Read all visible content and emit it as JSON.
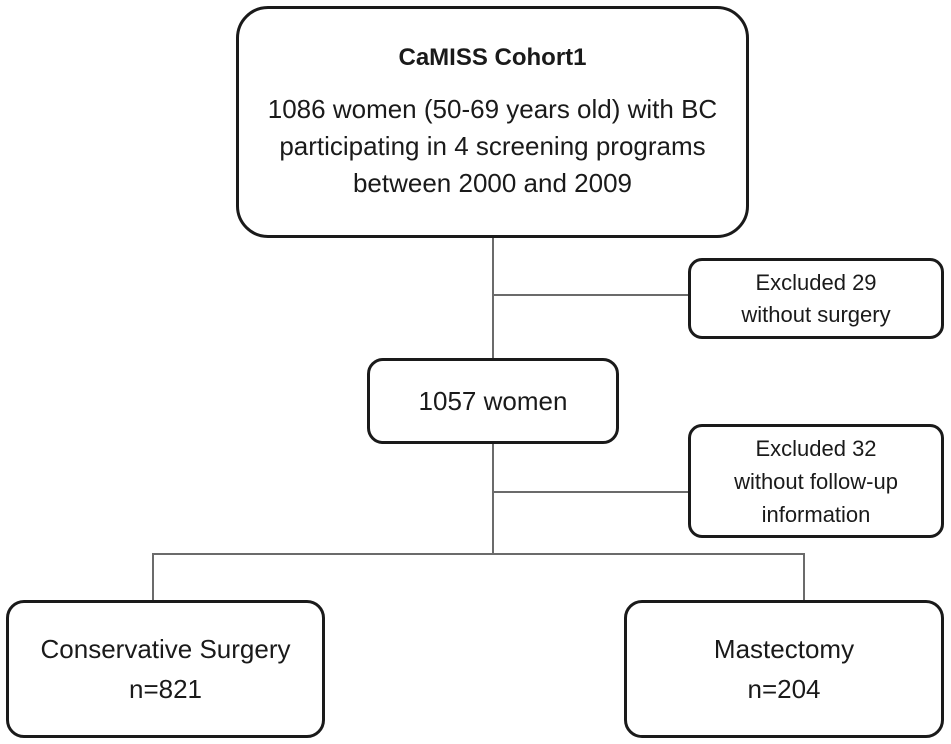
{
  "cohort": {
    "title": "CaMISS Cohort1",
    "lines": [
      "1086 women (50-69 years old) with BC",
      "participating in 4 screening programs",
      "between 2000 and 2009"
    ]
  },
  "exclusion1": {
    "lines": [
      "Excluded 29",
      "without surgery"
    ]
  },
  "remaining": {
    "label": "1057 women"
  },
  "exclusion2": {
    "lines": [
      "Excluded 32",
      "without follow-up",
      "information"
    ]
  },
  "groups": [
    {
      "label": "Conservative Surgery",
      "count": "n=821"
    },
    {
      "label": "Mastectomy",
      "count": "n=204"
    }
  ]
}
